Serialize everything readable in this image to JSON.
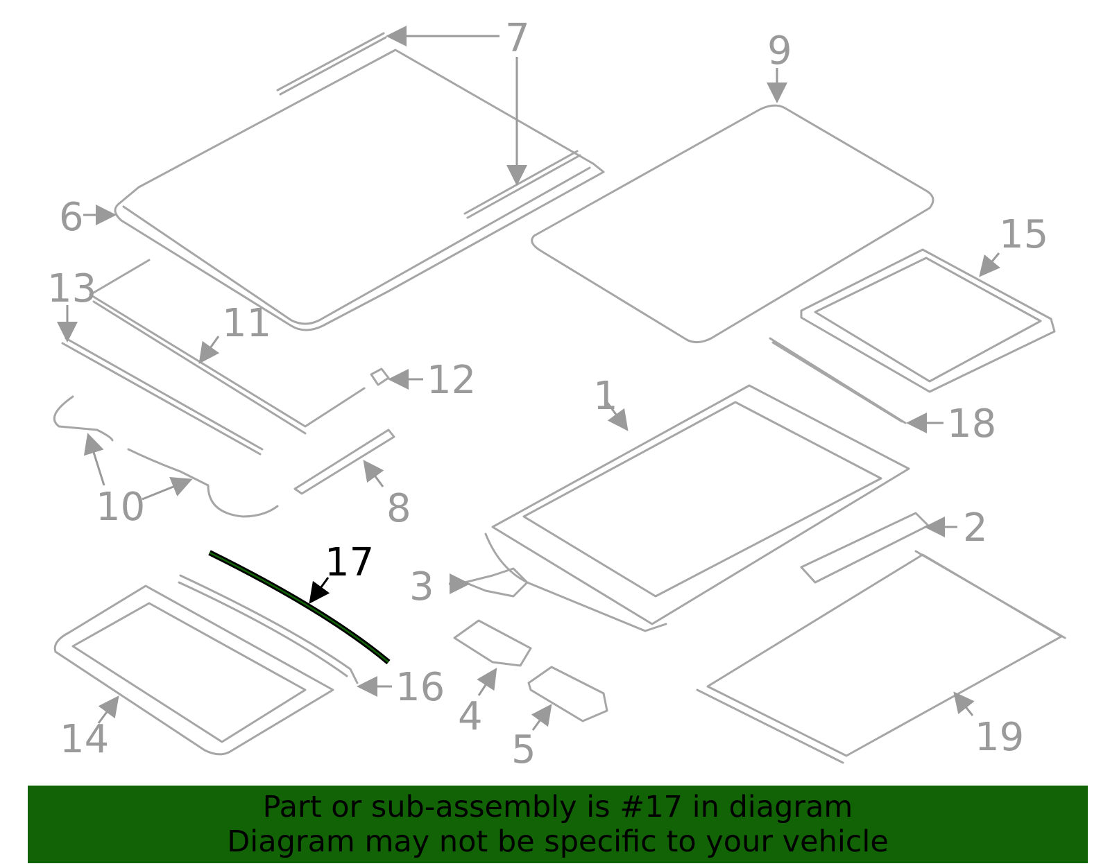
{
  "diagram": {
    "title": "Sunroof / Panoramic Roof Assembly Exploded Diagram",
    "highlighted_part": "17",
    "highlight_color": "#116306",
    "callouts": [
      {
        "id": "1",
        "label": "1"
      },
      {
        "id": "2",
        "label": "2"
      },
      {
        "id": "3",
        "label": "3"
      },
      {
        "id": "4",
        "label": "4"
      },
      {
        "id": "5",
        "label": "5"
      },
      {
        "id": "6",
        "label": "6"
      },
      {
        "id": "7",
        "label": "7"
      },
      {
        "id": "8",
        "label": "8"
      },
      {
        "id": "9",
        "label": "9"
      },
      {
        "id": "10",
        "label": "10"
      },
      {
        "id": "11",
        "label": "11"
      },
      {
        "id": "12",
        "label": "12"
      },
      {
        "id": "13",
        "label": "13"
      },
      {
        "id": "14",
        "label": "14"
      },
      {
        "id": "15",
        "label": "15"
      },
      {
        "id": "16",
        "label": "16"
      },
      {
        "id": "17",
        "label": "17"
      },
      {
        "id": "18",
        "label": "18"
      },
      {
        "id": "19",
        "label": "19"
      }
    ]
  },
  "banner": {
    "line1": "Part or sub-assembly is #17 in diagram",
    "line2": "Diagram may not be specific to your vehicle",
    "background": "#116306"
  }
}
